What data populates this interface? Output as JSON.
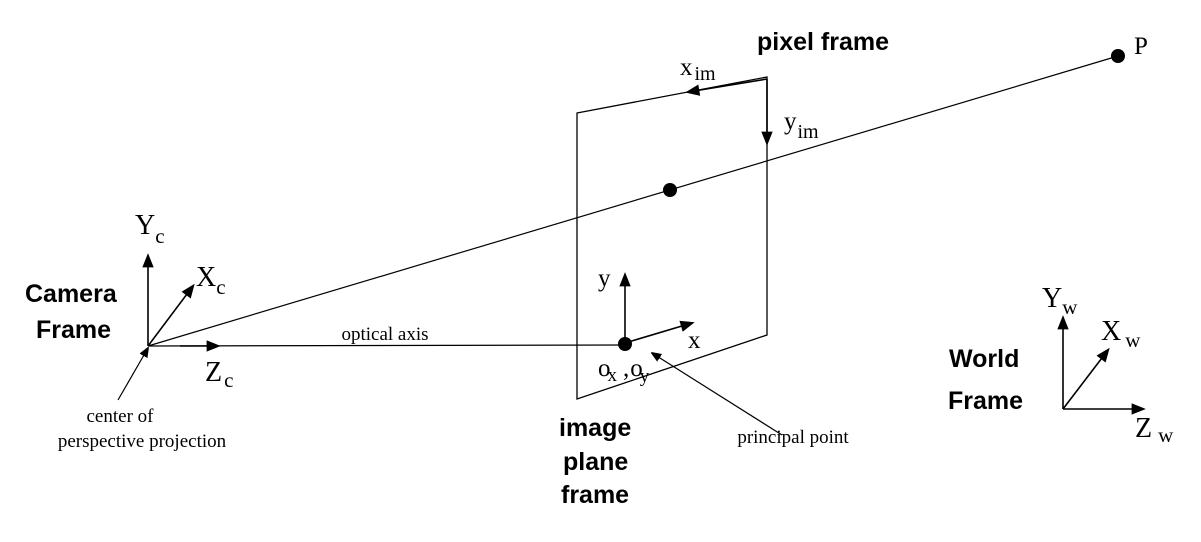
{
  "camera": {
    "title_line1": "Camera",
    "title_line2": "Frame",
    "axis_y": {
      "main": "Y",
      "sub": "c"
    },
    "axis_x": {
      "main": "X",
      "sub": "c"
    },
    "axis_z": {
      "main": "Z",
      "sub": "c"
    },
    "center_label_line1": "center of",
    "center_label_line2": "perspective projection"
  },
  "optical_axis_label": "optical axis",
  "image_plane": {
    "title_line1": "image",
    "title_line2": "plane",
    "title_line3": "frame",
    "axis_x": "x",
    "axis_y": "y",
    "origin": {
      "o1": "o",
      "s1": "x",
      "sep": ",",
      "o2": "o",
      "s2": "y"
    },
    "principal_point_label": "principal point"
  },
  "pixel_frame": {
    "title": "pixel frame",
    "axis_x": {
      "main": "x",
      "sub": "im"
    },
    "axis_y": {
      "main": "y",
      "sub": "im"
    }
  },
  "world": {
    "title_line1": "World",
    "title_line2": "Frame",
    "axis_y": {
      "main": "Y",
      "sub": "w"
    },
    "axis_x": {
      "main": "X",
      "sub": "w"
    },
    "axis_z": {
      "main": "Z",
      "sub": "w"
    }
  },
  "point_label": "P"
}
